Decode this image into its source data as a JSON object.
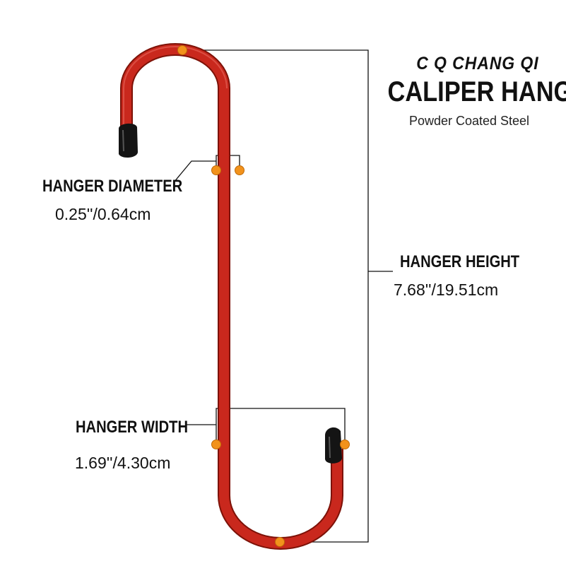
{
  "header": {
    "brand": "C Q CHANG QI",
    "product": "CALIPER HANGER",
    "subtitle": "Powder Coated Steel"
  },
  "dimensions": {
    "diameter": {
      "label": "HANGER DIAMETER",
      "value": "0.25''/0.64cm"
    },
    "height": {
      "label": "HANGER HEIGHT",
      "value": "7.68''/19.51cm"
    },
    "width": {
      "label": "HANGER WIDTH",
      "value": "1.69''/4.30cm"
    }
  },
  "colors": {
    "hanger": "#c9281d",
    "hanger_edge": "#7d1208",
    "cap": "#141414",
    "marker": "#f2921c",
    "leader": "#111111"
  },
  "icons": {
    "hook": "s-hook-icon",
    "cap": "rubber-end-cap-icon",
    "marker": "dimension-marker-dot"
  }
}
